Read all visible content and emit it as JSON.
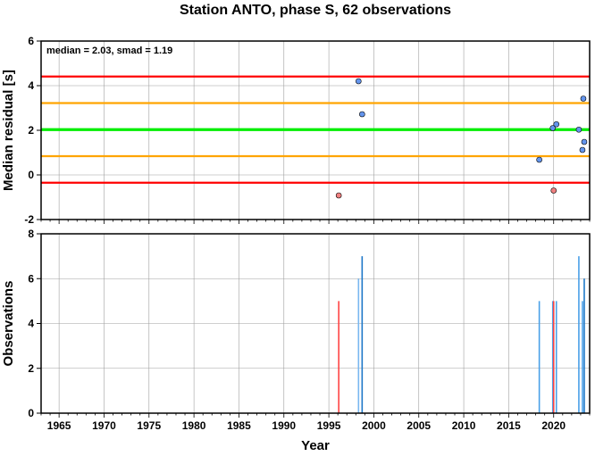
{
  "chart_data": [
    {
      "type": "scatter",
      "title": "Station ANTO, phase S, 62 observations",
      "annotation": "median = 2.03, smad = 1.19",
      "xlabel": "",
      "ylabel": "Median residual [s]",
      "xlim": [
        1963,
        2024
      ],
      "ylim": [
        -2,
        6
      ],
      "yticks": [
        -2,
        0,
        2,
        4,
        6
      ],
      "grid": true,
      "reference_lines": [
        {
          "value": 4.41,
          "color": "#ff0000"
        },
        {
          "value": 3.22,
          "color": "#ffa500"
        },
        {
          "value": 2.03,
          "color": "#00ee00"
        },
        {
          "value": 0.84,
          "color": "#ffa500"
        },
        {
          "value": -0.35,
          "color": "#ff0000"
        }
      ],
      "series": [
        {
          "color": "#6495ed",
          "points": [
            {
              "x": 1998.3,
              "y": 4.2
            },
            {
              "x": 1998.7,
              "y": 2.72
            },
            {
              "x": 2018.4,
              "y": 0.68
            },
            {
              "x": 2019.9,
              "y": 2.1
            },
            {
              "x": 2020.3,
              "y": 2.27
            },
            {
              "x": 2022.8,
              "y": 2.03
            },
            {
              "x": 2023.3,
              "y": 3.42
            },
            {
              "x": 2023.4,
              "y": 1.48
            },
            {
              "x": 2023.2,
              "y": 1.12
            }
          ]
        },
        {
          "color": "#f08080",
          "points": [
            {
              "x": 1996.1,
              "y": -0.92
            },
            {
              "x": 2020.0,
              "y": -0.7
            }
          ]
        }
      ]
    },
    {
      "type": "bar",
      "xlabel": "Year",
      "ylabel": "Observations",
      "xlim": [
        1963,
        2024
      ],
      "ylim": [
        0,
        8
      ],
      "xticks": [
        1965,
        1970,
        1975,
        1980,
        1985,
        1990,
        1995,
        2000,
        2005,
        2010,
        2015,
        2020
      ],
      "yticks": [
        0,
        2,
        4,
        6,
        8
      ],
      "grid": true,
      "bars": [
        {
          "x": 1996.1,
          "value": 5,
          "color": "#ff4444"
        },
        {
          "x": 1998.3,
          "value": 6,
          "color": "#7ab8f0"
        },
        {
          "x": 1998.7,
          "value": 7,
          "color": "#1e78c8"
        },
        {
          "x": 2018.4,
          "value": 5,
          "color": "#4aa0e8"
        },
        {
          "x": 2019.9,
          "value": 5,
          "color": "#4aa0e8"
        },
        {
          "x": 2020.0,
          "value": 5,
          "color": "#ff4444"
        },
        {
          "x": 2020.3,
          "value": 5,
          "color": "#4aa0e8"
        },
        {
          "x": 2022.8,
          "value": 7,
          "color": "#4aa0e8"
        },
        {
          "x": 2023.2,
          "value": 5,
          "color": "#4aa0e8"
        },
        {
          "x": 2023.4,
          "value": 6,
          "color": "#1e78c8"
        }
      ]
    }
  ]
}
